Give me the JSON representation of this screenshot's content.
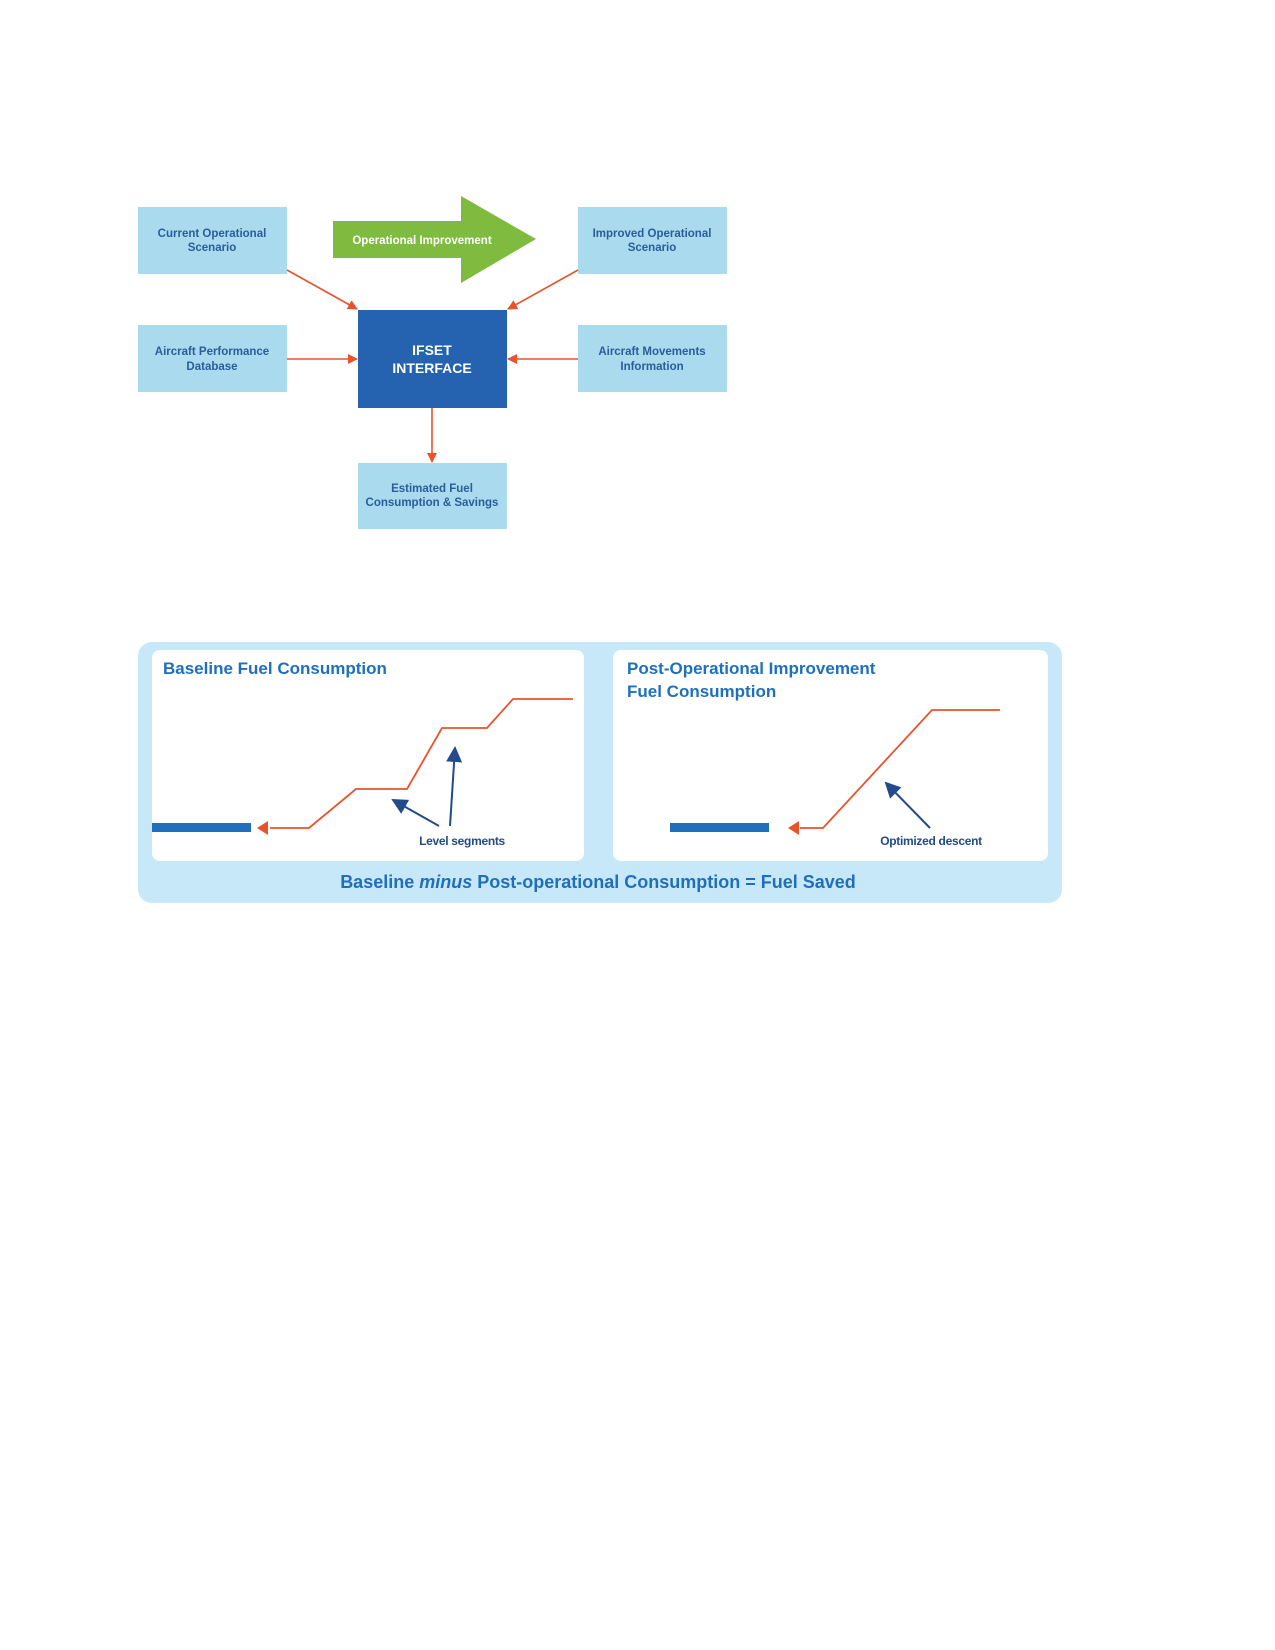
{
  "flow": {
    "current_scenario": [
      "Current Operational",
      "Scenario"
    ],
    "operational_improvement": "Operational Improvement",
    "improved_scenario": [
      "Improved Operational",
      "Scenario"
    ],
    "aircraft_performance": [
      "Aircraft Performance",
      "Database"
    ],
    "ifset_interface": [
      "IFSET",
      "INTERFACE"
    ],
    "aircraft_movements": [
      "Aircraft Movements",
      "Information"
    ],
    "estimated_fuel": [
      "Estimated Fuel",
      "Consumption & Savings"
    ]
  },
  "panels": {
    "baseline": {
      "title": "Baseline Fuel Consumption",
      "annotation": "Level segments"
    },
    "post": {
      "title_line1": "Post-Operational Improvement",
      "title_line2": "Fuel Consumption",
      "annotation": "Optimized descent"
    },
    "equation": {
      "part1": "Baseline ",
      "part2": "minus",
      "part3": " Post-operational Consumption = Fuel Saved"
    }
  },
  "colors": {
    "box_fill": "#a9daee",
    "box_text": "#2a5d9a",
    "core_fill": "#2562b0",
    "green": "#7fbb3f",
    "arrow_red": "#e8532b",
    "outer_panel": "#c7e8f8",
    "dark_blue": "#1f6fbd",
    "annotation_blue": "#234a8a"
  }
}
